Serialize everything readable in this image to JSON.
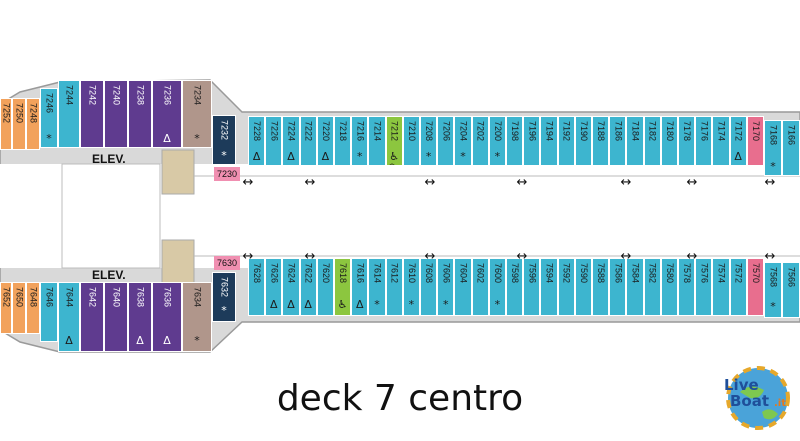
{
  "title": "deck 7 centro",
  "colors": {
    "blue": "#3db5cf",
    "purple": "#5f3b8f",
    "orange": "#f2a25c",
    "pink": "#e86e8e",
    "green": "#8cc63f",
    "navy": "#1d3b5a",
    "taupe": "#b0968b",
    "corridor": "#e8e8e8",
    "deck": "#cfcfcf"
  },
  "elevators": [
    "ELEV.",
    "ELEV."
  ],
  "upper_cabins": [
    {
      "num": "7252",
      "color": "orange",
      "sym": ""
    },
    {
      "num": "7250",
      "color": "orange",
      "sym": ""
    },
    {
      "num": "7248",
      "color": "orange",
      "sym": ""
    },
    {
      "num": "7246",
      "color": "blue",
      "sym": "*"
    },
    {
      "num": "7244",
      "color": "blue",
      "sym": ""
    },
    {
      "num": "7242",
      "color": "purple",
      "sym": ""
    },
    {
      "num": "7240",
      "color": "purple",
      "sym": ""
    },
    {
      "num": "7238",
      "color": "purple",
      "sym": ""
    },
    {
      "num": "7236",
      "color": "purple",
      "sym": "Δ"
    },
    {
      "num": "7234",
      "color": "taupe",
      "sym": "*"
    },
    {
      "num": "7232",
      "color": "navy",
      "sym": "*"
    },
    {
      "num": "7228",
      "color": "blue",
      "sym": "Δ"
    },
    {
      "num": "7226",
      "color": "blue",
      "sym": ""
    },
    {
      "num": "7224",
      "color": "blue",
      "sym": "Δ"
    },
    {
      "num": "7222",
      "color": "blue",
      "sym": ""
    },
    {
      "num": "7220",
      "color": "blue",
      "sym": "Δ"
    },
    {
      "num": "7218",
      "color": "blue",
      "sym": ""
    },
    {
      "num": "7216",
      "color": "blue",
      "sym": "*"
    },
    {
      "num": "7214",
      "color": "blue",
      "sym": ""
    },
    {
      "num": "7212",
      "color": "green",
      "sym": "♿*"
    },
    {
      "num": "7210",
      "color": "blue",
      "sym": ""
    },
    {
      "num": "7208",
      "color": "blue",
      "sym": "*"
    },
    {
      "num": "7206",
      "color": "blue",
      "sym": ""
    },
    {
      "num": "7204",
      "color": "blue",
      "sym": "*"
    },
    {
      "num": "7202",
      "color": "blue",
      "sym": ""
    },
    {
      "num": "7200",
      "color": "blue",
      "sym": "*"
    },
    {
      "num": "7198",
      "color": "blue",
      "sym": ""
    },
    {
      "num": "7196",
      "color": "blue",
      "sym": ""
    },
    {
      "num": "7194",
      "color": "blue",
      "sym": ""
    },
    {
      "num": "7192",
      "color": "blue",
      "sym": ""
    },
    {
      "num": "7190",
      "color": "blue",
      "sym": ""
    },
    {
      "num": "7188",
      "color": "blue",
      "sym": ""
    },
    {
      "num": "7186",
      "color": "blue",
      "sym": ""
    },
    {
      "num": "7184",
      "color": "blue",
      "sym": ""
    },
    {
      "num": "7182",
      "color": "blue",
      "sym": ""
    },
    {
      "num": "7180",
      "color": "blue",
      "sym": ""
    },
    {
      "num": "7178",
      "color": "blue",
      "sym": ""
    },
    {
      "num": "7176",
      "color": "blue",
      "sym": ""
    },
    {
      "num": "7174",
      "color": "blue",
      "sym": ""
    },
    {
      "num": "7172",
      "color": "blue",
      "sym": "Δ"
    },
    {
      "num": "7170",
      "color": "pink",
      "sym": ""
    },
    {
      "num": "7168",
      "color": "blue",
      "sym": "*"
    },
    {
      "num": "7166",
      "color": "blue",
      "sym": ""
    }
  ],
  "lower_cabins": [
    {
      "num": "7652",
      "color": "orange",
      "sym": ""
    },
    {
      "num": "7650",
      "color": "orange",
      "sym": ""
    },
    {
      "num": "7648",
      "color": "orange",
      "sym": ""
    },
    {
      "num": "7646",
      "color": "blue",
      "sym": ""
    },
    {
      "num": "7644",
      "color": "blue",
      "sym": "Δ"
    },
    {
      "num": "7642",
      "color": "purple",
      "sym": ""
    },
    {
      "num": "7640",
      "color": "purple",
      "sym": ""
    },
    {
      "num": "7638",
      "color": "purple",
      "sym": "Δ"
    },
    {
      "num": "7636",
      "color": "purple",
      "sym": "Δ"
    },
    {
      "num": "7634",
      "color": "taupe",
      "sym": "*"
    },
    {
      "num": "7632",
      "color": "navy",
      "sym": "*"
    },
    {
      "num": "7628",
      "color": "blue",
      "sym": ""
    },
    {
      "num": "7626",
      "color": "blue",
      "sym": "Δ"
    },
    {
      "num": "7624",
      "color": "blue",
      "sym": "Δ"
    },
    {
      "num": "7622",
      "color": "blue",
      "sym": "Δ"
    },
    {
      "num": "7620",
      "color": "blue",
      "sym": ""
    },
    {
      "num": "7618",
      "color": "green",
      "sym": "♿"
    },
    {
      "num": "7616",
      "color": "blue",
      "sym": "Δ"
    },
    {
      "num": "7614",
      "color": "blue",
      "sym": "*"
    },
    {
      "num": "7612",
      "color": "blue",
      "sym": ""
    },
    {
      "num": "7610",
      "color": "blue",
      "sym": "*"
    },
    {
      "num": "7608",
      "color": "blue",
      "sym": ""
    },
    {
      "num": "7606",
      "color": "blue",
      "sym": "*"
    },
    {
      "num": "7604",
      "color": "blue",
      "sym": ""
    },
    {
      "num": "7602",
      "color": "blue",
      "sym": ""
    },
    {
      "num": "7600",
      "color": "blue",
      "sym": "*"
    },
    {
      "num": "7598",
      "color": "blue",
      "sym": ""
    },
    {
      "num": "7596",
      "color": "blue",
      "sym": ""
    },
    {
      "num": "7594",
      "color": "blue",
      "sym": ""
    },
    {
      "num": "7592",
      "color": "blue",
      "sym": ""
    },
    {
      "num": "7590",
      "color": "blue",
      "sym": ""
    },
    {
      "num": "7588",
      "color": "blue",
      "sym": ""
    },
    {
      "num": "7586",
      "color": "blue",
      "sym": ""
    },
    {
      "num": "7584",
      "color": "blue",
      "sym": ""
    },
    {
      "num": "7582",
      "color": "blue",
      "sym": ""
    },
    {
      "num": "7580",
      "color": "blue",
      "sym": ""
    },
    {
      "num": "7578",
      "color": "blue",
      "sym": ""
    },
    {
      "num": "7576",
      "color": "blue",
      "sym": ""
    },
    {
      "num": "7574",
      "color": "blue",
      "sym": ""
    },
    {
      "num": "7572",
      "color": "blue",
      "sym": ""
    },
    {
      "num": "7570",
      "color": "pink",
      "sym": ""
    },
    {
      "num": "7568",
      "color": "blue",
      "sym": "*"
    },
    {
      "num": "7566",
      "color": "blue",
      "sym": ""
    }
  ],
  "extra_rooms": {
    "upper": "7230",
    "lower": "7630"
  },
  "logo": {
    "line1": "Live",
    "line2": "Boat",
    "suffix": ".it"
  }
}
